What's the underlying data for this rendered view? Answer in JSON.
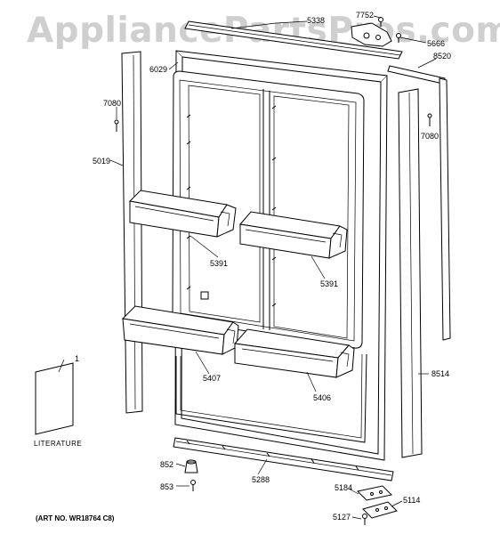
{
  "watermark": "AppliancePartsPros.com",
  "caption": "(ART NO. WR18764 C8)",
  "literature_label": "LITERATURE",
  "callouts": {
    "c5338": "5338",
    "c7752": "7752",
    "c5666": "5666",
    "c8520": "8520",
    "c6029": "6029",
    "c7080_left": "7080",
    "c7080_right": "7080",
    "c5019": "5019",
    "c5391_left": "5391",
    "c5391_right": "5391",
    "c1": "1",
    "c5407": "5407",
    "c5406": "5406",
    "c8514": "8514",
    "c852": "852",
    "c853": "853",
    "c5288": "5288",
    "c5184": "5184",
    "c5114": "5114",
    "c5127": "5127"
  }
}
